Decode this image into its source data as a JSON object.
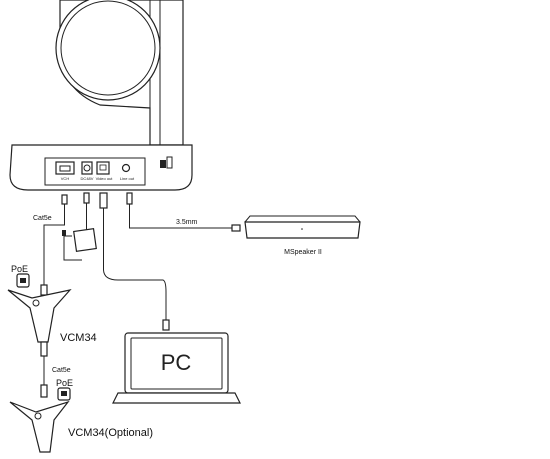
{
  "camera": {
    "ports": [
      "VCH",
      "DC48V",
      "Video out",
      "Line out"
    ]
  },
  "cables": {
    "cat5e_top": "Cat5e",
    "cat5e_bottom": "Cat5e",
    "audio": "3.5mm"
  },
  "devices": {
    "speaker": "MSpeaker II",
    "pc": "PC",
    "vcm_main": "VCM34",
    "vcm_optional": "VCM34(Optional)",
    "poe_top": "PoE",
    "poe_bottom": "PoE"
  }
}
